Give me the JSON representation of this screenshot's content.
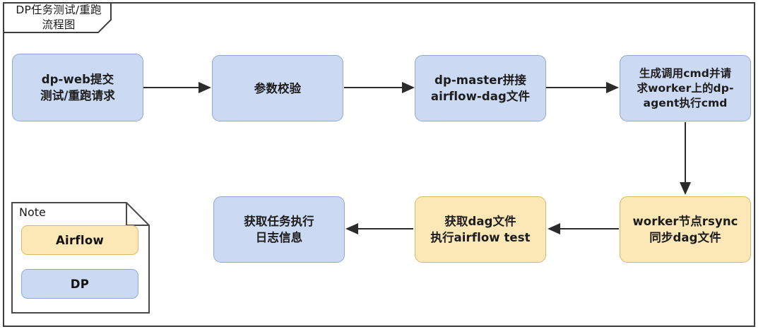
{
  "diagram": {
    "title": "DP任务测试/重跑\n流程图",
    "frame_border_color": "#3d3d3d",
    "palette": {
      "blue_fill": "#ccd9f2",
      "blue_border": "#8ea9d8",
      "yellow_fill": "#fbe8b6",
      "yellow_border": "#dcb96a",
      "edge_color": "#2b2b2b",
      "text_color": "#1c1c1c",
      "background": "#ffffff"
    },
    "nodes": [
      {
        "id": "n1",
        "label": "dp-web提交\n测试/重跑请求",
        "group": "DP"
      },
      {
        "id": "n2",
        "label": "参数校验",
        "group": "DP"
      },
      {
        "id": "n3",
        "label": "dp-master拼接\nairflow-dag文件",
        "group": "DP"
      },
      {
        "id": "n4",
        "label": "生成调用cmd并请\n求worker上的dp-\nagent执行cmd",
        "group": "DP"
      },
      {
        "id": "n5",
        "label": "worker节点rsync\n同步dag文件",
        "group": "Airflow"
      },
      {
        "id": "n6",
        "label": "获取dag文件\n执行airflow test",
        "group": "Airflow"
      },
      {
        "id": "n7",
        "label": "获取任务执行\n日志信息",
        "group": "DP"
      }
    ],
    "edges": [
      {
        "from": "n1",
        "to": "n2",
        "direction": "right"
      },
      {
        "from": "n2",
        "to": "n3",
        "direction": "right"
      },
      {
        "from": "n3",
        "to": "n4",
        "direction": "right"
      },
      {
        "from": "n4",
        "to": "n5",
        "direction": "down"
      },
      {
        "from": "n5",
        "to": "n6",
        "direction": "left"
      },
      {
        "from": "n6",
        "to": "n7",
        "direction": "left"
      }
    ],
    "note": {
      "title": "Note",
      "items": [
        {
          "label": "Airflow",
          "color": "#fbe8b6"
        },
        {
          "label": "DP",
          "color": "#ccd9f2"
        }
      ]
    }
  }
}
